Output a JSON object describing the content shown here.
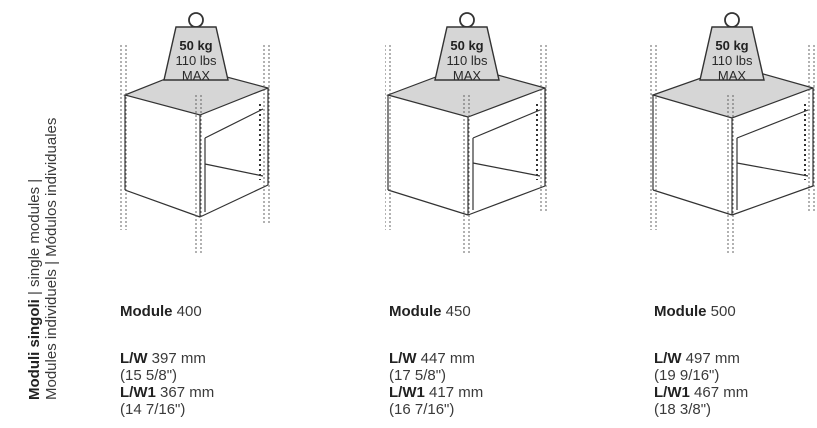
{
  "side_label": {
    "line1_bold": "Moduli singoli",
    "line1_rest": " | single modules |",
    "line2": "Modules individuels | Módulos individuales"
  },
  "modules": [
    {
      "name_bold": "Module",
      "name_value": " 400",
      "weight_kg": "50 kg",
      "weight_lbs": "110 lbs",
      "weight_max": "MAX",
      "lw_label": "L/W",
      "lw_value": " 397 mm",
      "lw_inches": "(15 5/8\")",
      "lw1_label": "L/W1",
      "lw1_value": " 367 mm",
      "lw1_inches": "(14 7/16\")"
    },
    {
      "name_bold": "Module",
      "name_value": " 450",
      "weight_kg": "50 kg",
      "weight_lbs": "110 lbs",
      "weight_max": "MAX",
      "lw_label": "L/W",
      "lw_value": " 447 mm",
      "lw_inches": "(17 5/8\")",
      "lw1_label": "L/W1",
      "lw1_value": " 417 mm",
      "lw1_inches": "(16 7/16\")"
    },
    {
      "name_bold": "Module",
      "name_value": " 500",
      "weight_kg": "50 kg",
      "weight_lbs": "110 lbs",
      "weight_max": "MAX",
      "lw_label": "L/W",
      "lw_value": " 497 mm",
      "lw_inches": "(19 9/16\")",
      "lw1_label": "L/W1",
      "lw1_value": " 467 mm",
      "lw1_inches": "(18 3/8\")"
    }
  ]
}
